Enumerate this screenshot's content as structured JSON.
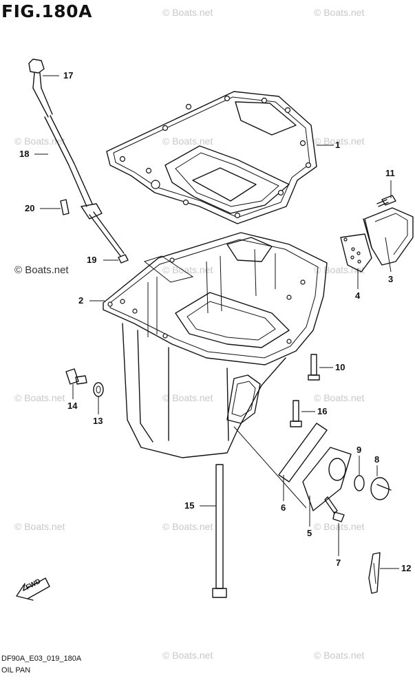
{
  "figure": {
    "title": "FIG.180A",
    "code": "DF90A_E03_019_180A",
    "caption": "OIL PAN"
  },
  "watermarks": {
    "light": "© Boats.net",
    "dark": "© Boats.net"
  },
  "callouts": [
    "1",
    "2",
    "3",
    "4",
    "5",
    "6",
    "7",
    "8",
    "9",
    "10",
    "11",
    "12",
    "13",
    "14",
    "15",
    "16",
    "17",
    "18",
    "19",
    "20"
  ],
  "fwd_label": "FWD"
}
